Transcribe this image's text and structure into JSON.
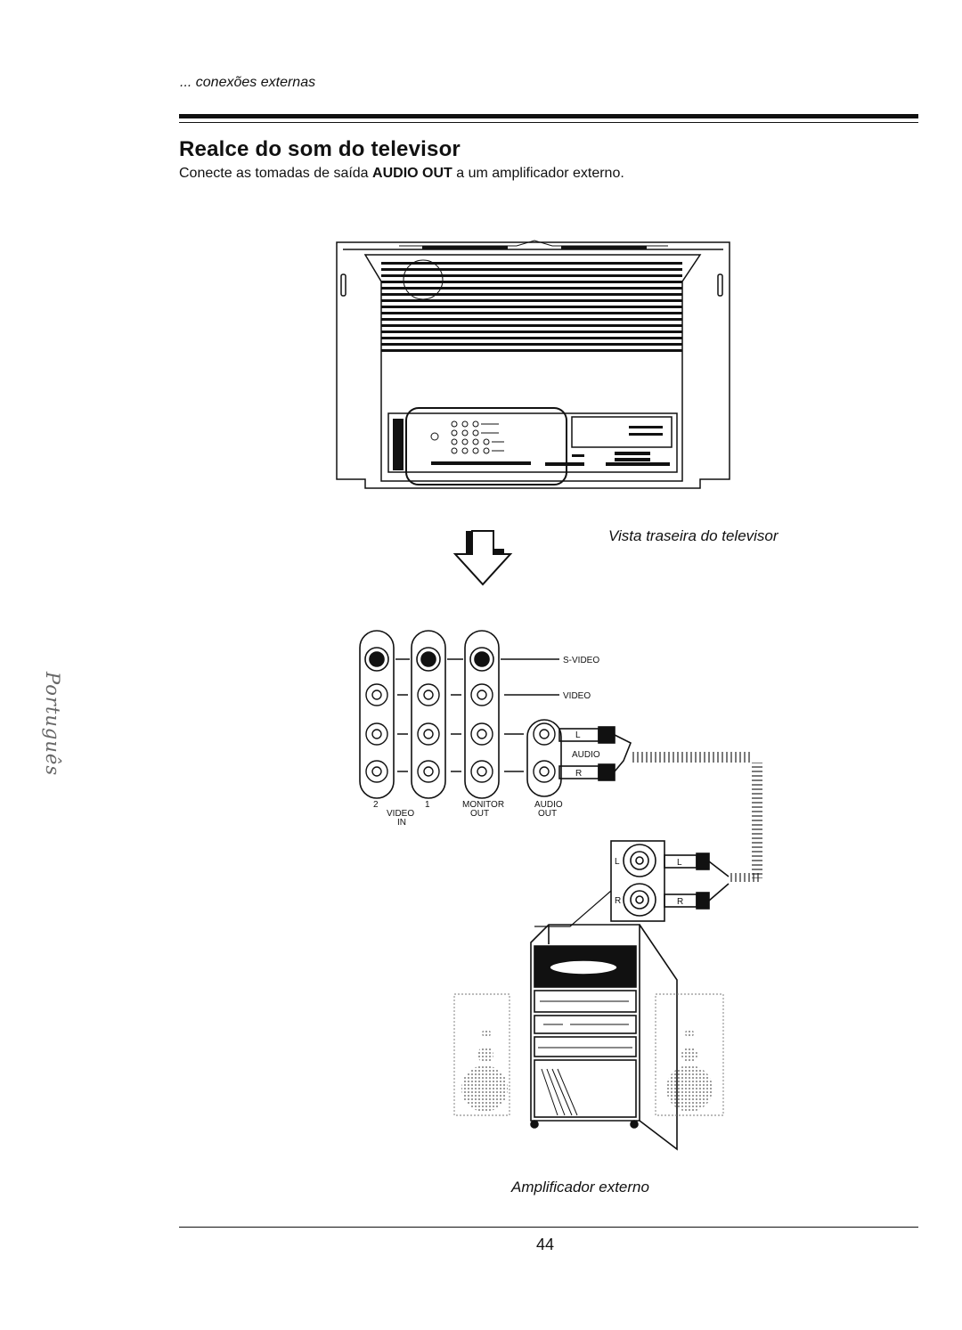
{
  "header": {
    "section": "... conexões externas"
  },
  "heading": {
    "title": "Realce do som do televisor"
  },
  "instruction": {
    "before": "Conecte as tomadas de saída",
    "emphasis": "AUDIO OUT",
    "after": "a um amplificador externo."
  },
  "side_tab": {
    "language": "Português"
  },
  "captions": {
    "rear_view": "Vista traseira do televisor",
    "amplifier": "Amplificador externo"
  },
  "panel_labels": {
    "svideo": "S-VIDEO",
    "video": "VIDEO",
    "audio": "AUDIO",
    "left": "L",
    "right": "R",
    "input_2": "2",
    "input_1": "1",
    "video_in_video": "VIDEO",
    "video_in_in": "IN",
    "monitor_out_monitor": "MONITOR",
    "monitor_out_out": "OUT",
    "audio_out_audio": "AUDIO",
    "audio_out_out": "OUT"
  },
  "amp_labels": {
    "left": "L",
    "right": "R"
  },
  "footer": {
    "page_number": "44"
  }
}
